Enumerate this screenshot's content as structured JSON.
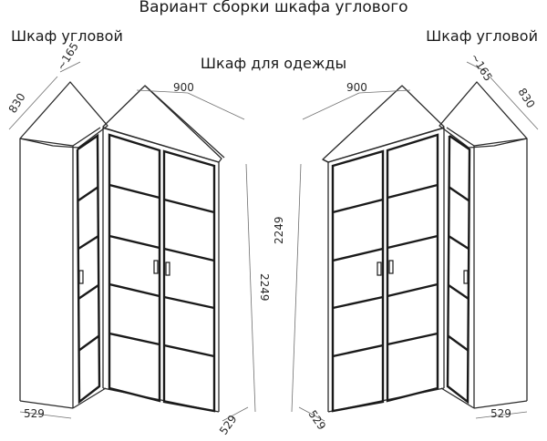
{
  "title": "Вариант сборки шкафа углового",
  "captions": {
    "left_corner": "Шкаф угловой",
    "right_corner": "Шкаф угловой",
    "clothes_wardrobe": "Шкаф для одежды"
  },
  "dimensions": {
    "left_assembly": {
      "side_depth": "830",
      "corner_offset": "~165",
      "wardrobe_width": "900",
      "height": "2249",
      "corner_width": "529",
      "wardrobe_depth": "529"
    },
    "right_assembly": {
      "wardrobe_width": "900",
      "corner_offset": "~165",
      "side_depth": "830",
      "height": "2249",
      "wardrobe_depth": "529",
      "corner_width": "529"
    }
  }
}
